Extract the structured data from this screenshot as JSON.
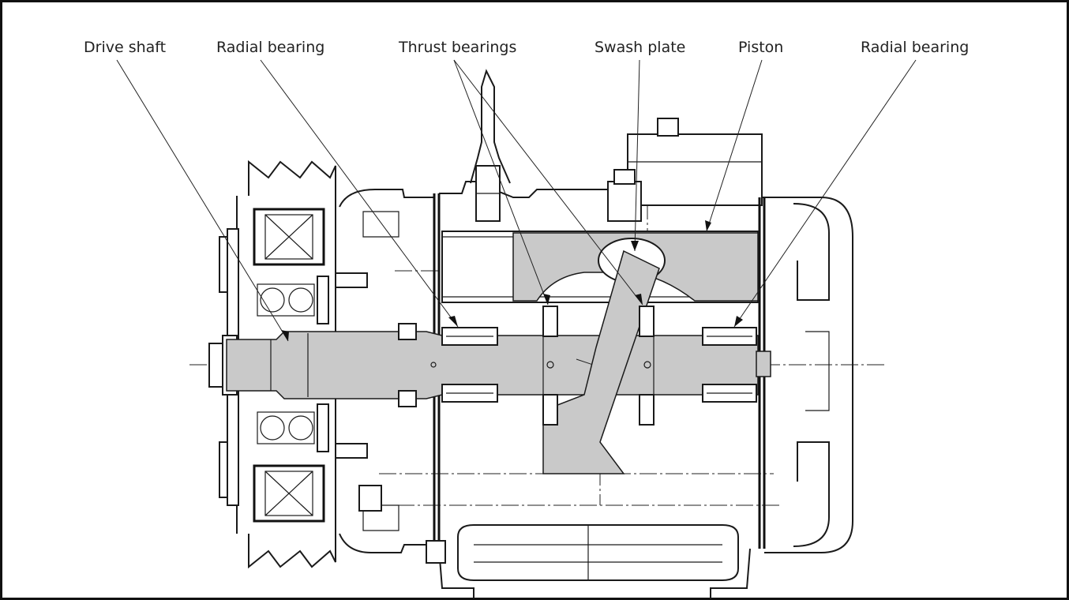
{
  "labels": {
    "drive_shaft": "Drive shaft",
    "radial_bearing_left": "Radial bearing",
    "thrust_bearings": "Thrust bearings",
    "swash_plate": "Swash plate",
    "piston": "Piston",
    "radial_bearing_right": "Radial bearing"
  },
  "colors": {
    "line": "#1a1a1a",
    "shade": "#c9c9c9",
    "background": "#ffffff"
  }
}
